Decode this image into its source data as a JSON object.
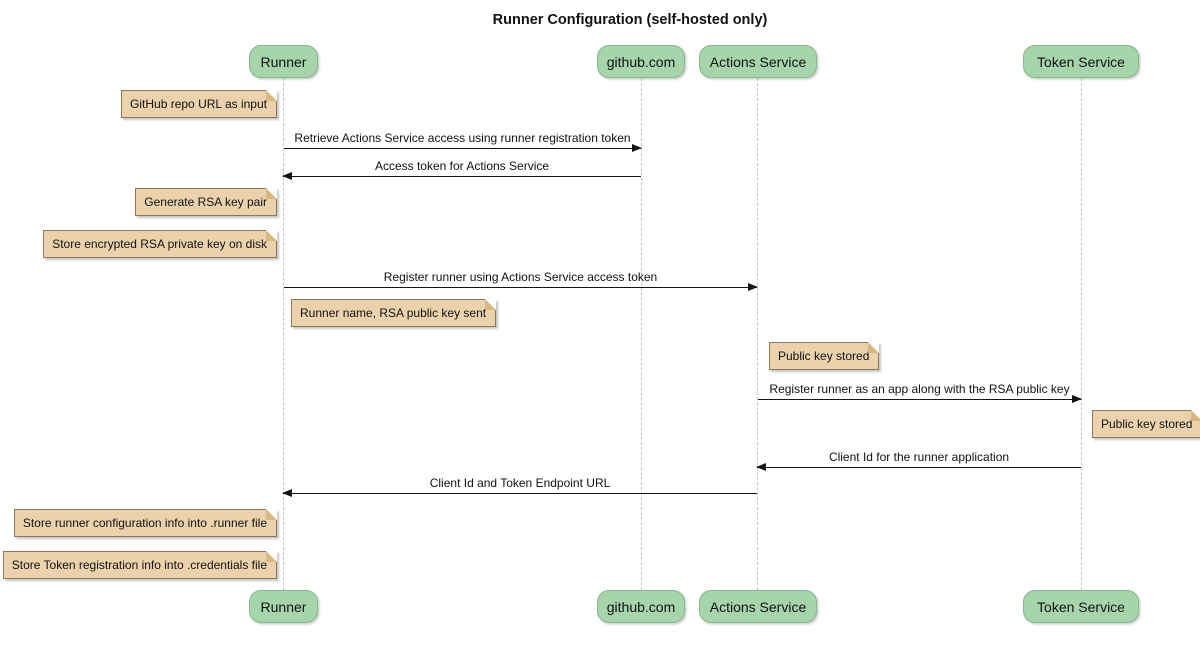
{
  "title": "Runner Configuration (self-hosted only)",
  "diagram_type": "sequence",
  "colors": {
    "participant_fill": "#a6d5ac",
    "participant_border": "#86b78d",
    "note_fill": "#ebd2ac",
    "note_border": "#897a55",
    "note_fold": "#d8b87e",
    "lifeline": "#c4c4c4",
    "arrow": "#141414",
    "text": "#111111",
    "bg": "#ffffff"
  },
  "participants": [
    {
      "label": "Runner"
    },
    {
      "label": "github.com"
    },
    {
      "label": "Actions Service"
    },
    {
      "label": "Token Service"
    }
  ],
  "messages": [
    {
      "text": "Retrieve Actions Service access using runner registration token",
      "from": "Runner",
      "to": "github.com",
      "direction": "right"
    },
    {
      "text": "Access token for Actions Service",
      "from": "github.com",
      "to": "Runner",
      "direction": "left"
    },
    {
      "text": "Register runner using Actions Service access token",
      "from": "Runner",
      "to": "Actions Service",
      "direction": "right"
    },
    {
      "text": "Register runner as an app along with the RSA public key",
      "from": "Actions Service",
      "to": "Token Service",
      "direction": "right"
    },
    {
      "text": "Client Id for the runner application",
      "from": "Token Service",
      "to": "Actions Service",
      "direction": "left"
    },
    {
      "text": "Client Id and Token Endpoint URL",
      "from": "Actions Service",
      "to": "Runner",
      "direction": "left"
    }
  ],
  "notes": [
    {
      "text": "GitHub repo URL as input",
      "position": "left of Runner"
    },
    {
      "text": "Generate RSA key pair",
      "position": "left of Runner"
    },
    {
      "text": "Store encrypted RSA private key on disk",
      "position": "left of Runner"
    },
    {
      "text": "Runner name, RSA public key sent",
      "position": "right of Runner"
    },
    {
      "text": "Public key stored",
      "position": "right of Actions Service"
    },
    {
      "text": "Public key stored",
      "position": "right of Token Service"
    },
    {
      "text": "Store runner configuration info into .runner file",
      "position": "left of Runner"
    },
    {
      "text": "Store Token registration info into .credentials file",
      "position": "left of Runner"
    }
  ]
}
